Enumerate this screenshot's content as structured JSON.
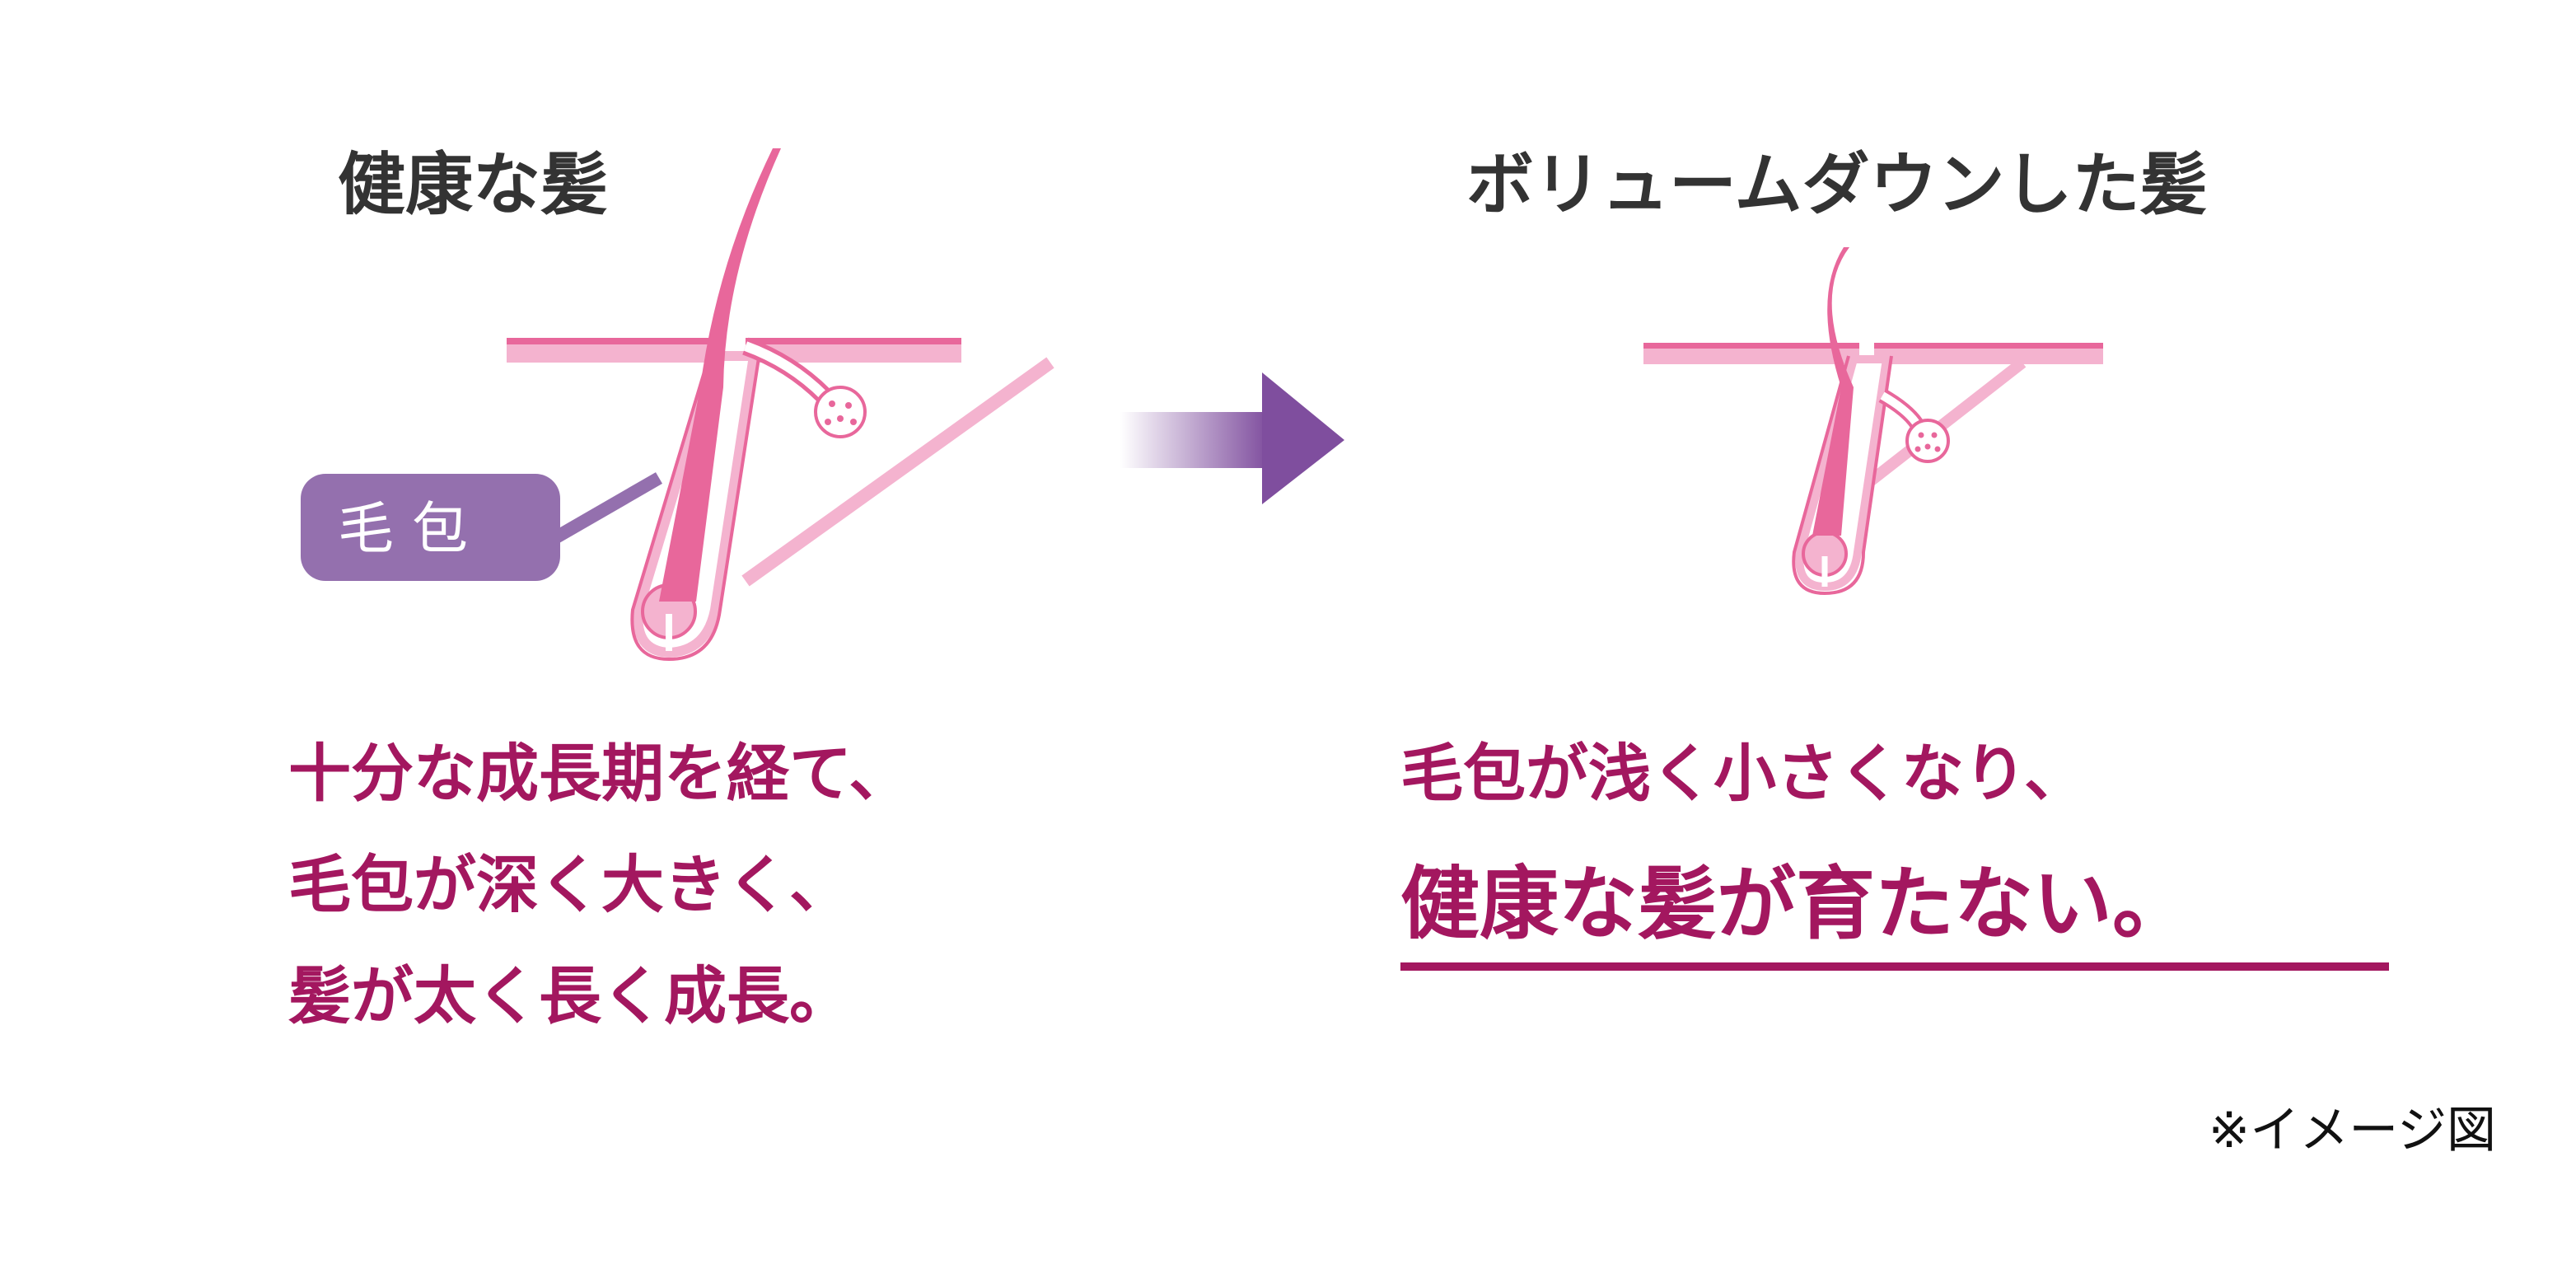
{
  "left": {
    "title": "健康な髪",
    "label": "毛包",
    "caption_lines": [
      "十分な成長期を経て、",
      "毛包が深く大きく、",
      "髪が太く長く成長。"
    ]
  },
  "right": {
    "title": "ボリュームダウンした髪",
    "caption_line1": "毛包が浅く小さくなり、",
    "caption_line2": "健康な髪が育たない。"
  },
  "footnote": "※イメージ図",
  "colors": {
    "hair": "#e8679b",
    "skin_light": "#f4b3cf",
    "label_bg": "#9470ae",
    "caption": "#a3175f",
    "arrow": "#7f4e9e"
  }
}
